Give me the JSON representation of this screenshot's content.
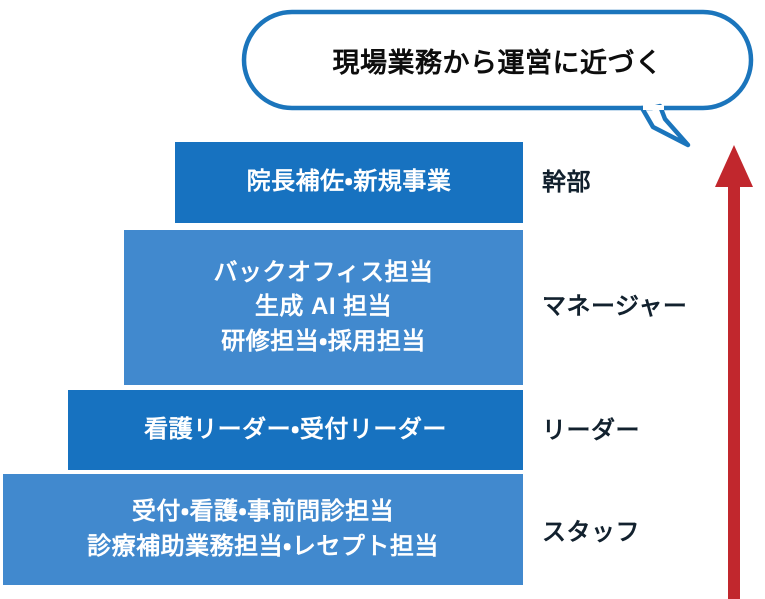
{
  "callout": {
    "text": "現場業務から運営に近づく",
    "border_color": "#1b75bc",
    "text_color": "#0d0d0d"
  },
  "pyramid": {
    "tiers": [
      {
        "rank_label": "幹部",
        "lines": [
          "院長補佐・新規事業"
        ],
        "color": "#1772c0"
      },
      {
        "rank_label": "マネージャー",
        "lines": [
          "バックオフィス担当",
          "生成 AI 担当",
          "研修担当・採用担当"
        ],
        "color": "#4189ce"
      },
      {
        "rank_label": "リーダー",
        "lines": [
          "看護リーダー・受付リーダー"
        ],
        "color": "#1772c0"
      },
      {
        "rank_label": "スタッフ",
        "lines": [
          "受付・看護・事前問診担当",
          "診療補助業務担当・レセプト担当"
        ],
        "color": "#4189ce"
      }
    ]
  },
  "arrow": {
    "direction": "up",
    "color": "#c1272d",
    "name": "growth-arrow"
  }
}
